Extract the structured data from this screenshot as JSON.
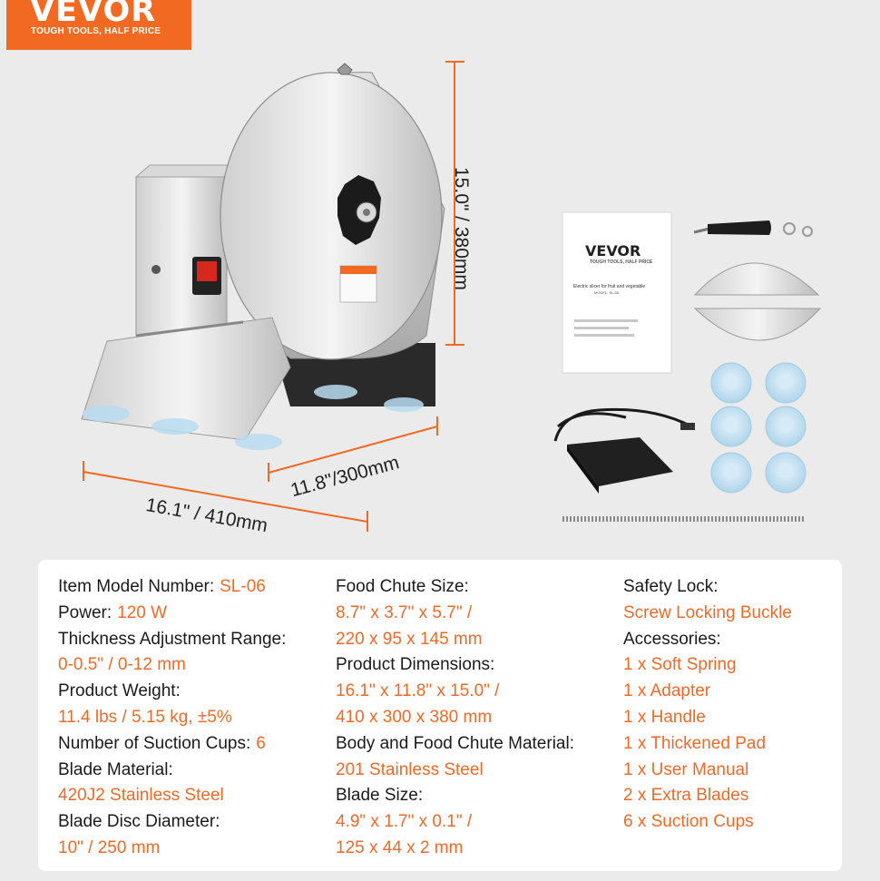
{
  "brand": {
    "name": "VEVOR",
    "tagline": "TOUGH TOOLS, HALF PRICE",
    "color": "#f26a21"
  },
  "dimensions": {
    "height": "15.0\" / 380mm",
    "depth": "11.8\"/300mm",
    "width": "16.1\" / 410mm"
  },
  "manual": {
    "brand": "VEVOR",
    "tagline": "TOUGH TOOLS, HALF PRICE",
    "title": "Electric slicer for fruit and vegetable",
    "model": "MODEL: SL-06"
  },
  "specs": {
    "col1": [
      {
        "label": "Item Model Number:",
        "value": "SL-06",
        "inline": true
      },
      {
        "label": "Power:",
        "value": "120 W",
        "inline": true
      },
      {
        "label": "Thickness Adjustment Range:"
      },
      {
        "value": "0-0.5\" / 0-12 mm"
      },
      {
        "label": "Product Weight:"
      },
      {
        "value": "11.4 lbs / 5.15 kg, ±5%"
      },
      {
        "label": "Number of Suction Cups:",
        "value": "6",
        "inline": true
      },
      {
        "label": "Blade Material:"
      },
      {
        "value": "420J2 Stainless Steel"
      },
      {
        "label": "Blade Disc Diameter:"
      },
      {
        "value": "10\" / 250 mm"
      }
    ],
    "col2": [
      {
        "label": "Food Chute Size:"
      },
      {
        "value": "8.7\" x 3.7\" x 5.7\" /"
      },
      {
        "value": "220 x 95 x 145 mm"
      },
      {
        "label": "Product Dimensions:"
      },
      {
        "value": "16.1\" x 11.8\" x 15.0\" /"
      },
      {
        "value": "410 x 300 x 380 mm"
      },
      {
        "label": "Body and Food Chute Material:"
      },
      {
        "value": "201 Stainless Steel"
      },
      {
        "label": "Blade Size:"
      },
      {
        "value": "4.9\" x 1.7\" x 0.1\" /"
      },
      {
        "value": "125 x 44 x 2 mm"
      }
    ],
    "col3": [
      {
        "label": "Safety Lock:"
      },
      {
        "value": "Screw Locking Buckle"
      },
      {
        "label": "Accessories:"
      },
      {
        "value": "1 x Soft Spring"
      },
      {
        "value": "1 x Adapter"
      },
      {
        "value": "1 x Handle"
      },
      {
        "value": "1 x Thickened Pad"
      },
      {
        "value": "1 x User Manual"
      },
      {
        "value": "2 x Extra Blades"
      },
      {
        "value": "6 x Suction Cups"
      }
    ]
  },
  "colors": {
    "accent": "#ee6a28",
    "background": "#ebebeb"
  }
}
